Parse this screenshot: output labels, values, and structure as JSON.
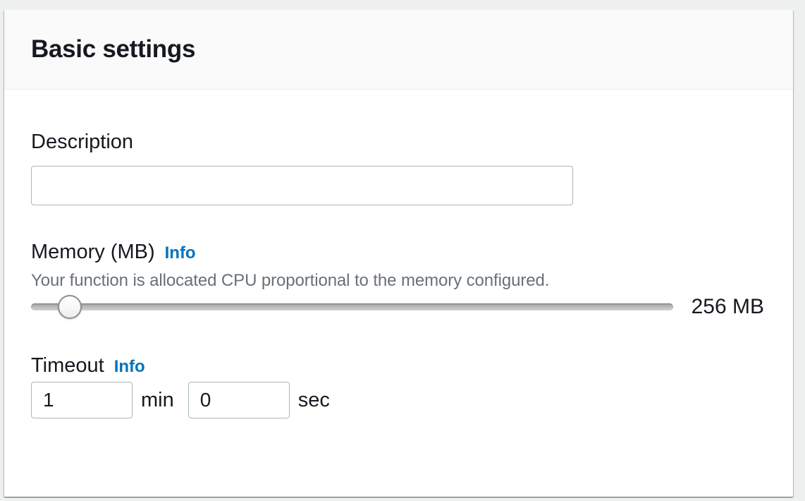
{
  "panel": {
    "title": "Basic settings"
  },
  "description": {
    "label": "Description",
    "value": ""
  },
  "memory": {
    "label": "Memory (MB)",
    "info_label": "Info",
    "helper": "Your function is allocated CPU proportional to the memory configured.",
    "value_display": "256 MB",
    "slider_position_percent": 6
  },
  "timeout": {
    "label": "Timeout",
    "info_label": "Info",
    "minutes": "1",
    "min_label": "min",
    "seconds": "0",
    "sec_label": "sec"
  },
  "colors": {
    "link_blue": "#0073bb",
    "heading_text": "#16191f",
    "helper_text": "#687078",
    "input_border": "#aab7b8",
    "header_background": "#fafafa",
    "divider": "#eaeded"
  }
}
